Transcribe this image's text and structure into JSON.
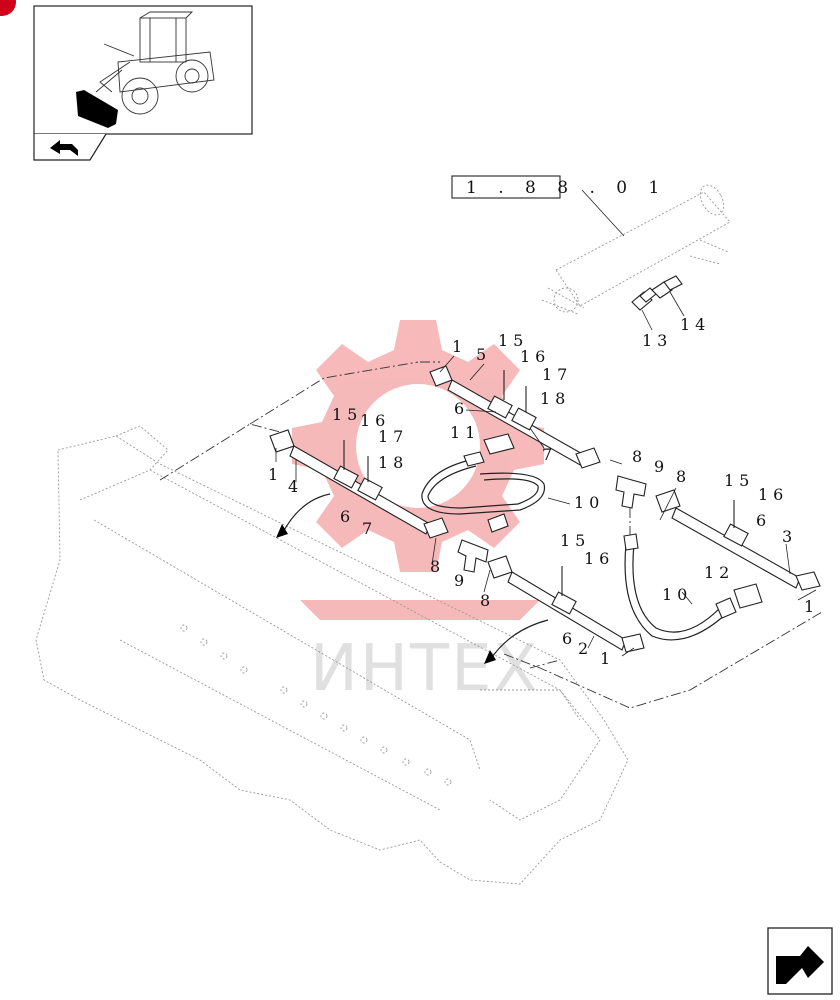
{
  "reference": {
    "label": "1.88.01",
    "display": "1 . 8 8 . 0 1"
  },
  "watermark": {
    "text": "ИНТЕХ"
  },
  "colors": {
    "badge": "#d0021b",
    "watermark_gear": "#f08080",
    "line": "#222222"
  },
  "icons": {
    "thumbnail": "wheel-loader-icon",
    "nav_left": "arrow-back-icon",
    "nav_right": "arrow-forward-icon"
  },
  "callouts": [
    {
      "id": "c1",
      "text": "1"
    },
    {
      "id": "c2",
      "text": "1"
    },
    {
      "id": "c3",
      "text": "1"
    },
    {
      "id": "c4",
      "text": "1"
    },
    {
      "id": "c5",
      "text": "2"
    },
    {
      "id": "c6",
      "text": "3"
    },
    {
      "id": "c7",
      "text": "4"
    },
    {
      "id": "c8",
      "text": "5"
    },
    {
      "id": "c9",
      "text": "6"
    },
    {
      "id": "c10",
      "text": "6"
    },
    {
      "id": "c11",
      "text": "6"
    },
    {
      "id": "c12",
      "text": "6"
    },
    {
      "id": "c13",
      "text": "7"
    },
    {
      "id": "c14",
      "text": "7"
    },
    {
      "id": "c15",
      "text": "8"
    },
    {
      "id": "c16",
      "text": "8"
    },
    {
      "id": "c17",
      "text": "8"
    },
    {
      "id": "c18",
      "text": "8"
    },
    {
      "id": "c19",
      "text": "9"
    },
    {
      "id": "c20",
      "text": "9"
    },
    {
      "id": "c21",
      "text": "10"
    },
    {
      "id": "c22",
      "text": "10"
    },
    {
      "id": "c23",
      "text": "11"
    },
    {
      "id": "c24",
      "text": "12"
    },
    {
      "id": "c25",
      "text": "13"
    },
    {
      "id": "c26",
      "text": "14"
    },
    {
      "id": "c27",
      "text": "15"
    },
    {
      "id": "c28",
      "text": "15"
    },
    {
      "id": "c29",
      "text": "15"
    },
    {
      "id": "c30",
      "text": "15"
    },
    {
      "id": "c31",
      "text": "16"
    },
    {
      "id": "c32",
      "text": "16"
    },
    {
      "id": "c33",
      "text": "16"
    },
    {
      "id": "c34",
      "text": "16"
    },
    {
      "id": "c35",
      "text": "17"
    },
    {
      "id": "c36",
      "text": "17"
    },
    {
      "id": "c37",
      "text": "18"
    },
    {
      "id": "c38",
      "text": "18"
    }
  ]
}
